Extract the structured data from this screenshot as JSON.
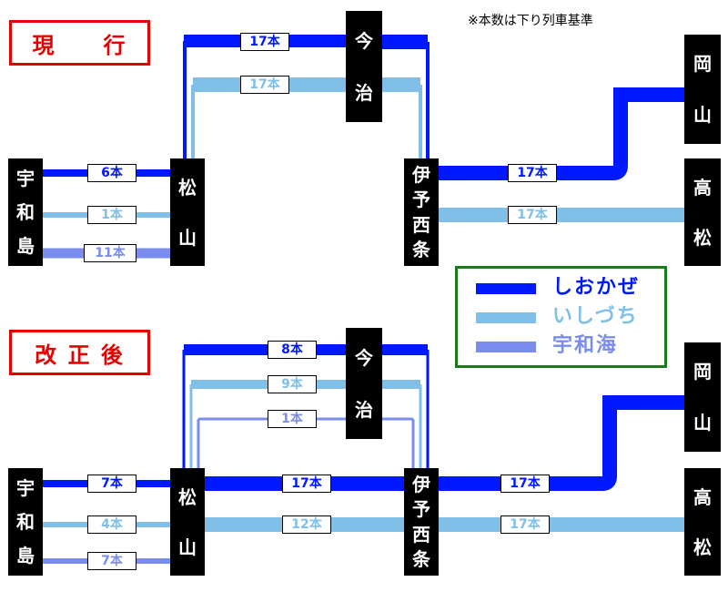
{
  "note": "※本数は下り列車基準",
  "colors": {
    "shiokaze": "#0018ff",
    "ishizuchi": "#7fbfe8",
    "uwakai": "#7a8cee",
    "label_red": "#e60000",
    "legend_border": "#1a7a1a"
  },
  "sections": [
    {
      "label": "現　　行",
      "stations": {
        "uwajima": [
          "宇",
          "和",
          "島"
        ],
        "matsuyama": [
          "松",
          "山"
        ],
        "imabari": [
          "今",
          "治"
        ],
        "iyosaijo": [
          "伊",
          "予",
          "西",
          "条"
        ],
        "okayama": [
          "岡",
          "山"
        ],
        "takamatsu": [
          "高",
          "松"
        ]
      },
      "counts": {
        "uwajima_matsuyama_shiokaze": "6本",
        "uwajima_matsuyama_ishizuchi": "1本",
        "uwajima_matsuyama_uwakai": "11本",
        "loop_shiokaze": "17本",
        "loop_ishizuchi": "17本",
        "saijo_okayama": "17本",
        "saijo_takamatsu": "17本"
      }
    },
    {
      "label": "改 正 後",
      "stations": {
        "uwajima": [
          "宇",
          "和",
          "島"
        ],
        "matsuyama": [
          "松",
          "山"
        ],
        "imabari": [
          "今",
          "治"
        ],
        "iyosaijo": [
          "伊",
          "予",
          "西",
          "条"
        ],
        "okayama": [
          "岡",
          "山"
        ],
        "takamatsu": [
          "高",
          "松"
        ]
      },
      "counts": {
        "uwajima_matsuyama_shiokaze": "7本",
        "uwajima_matsuyama_ishizuchi": "4本",
        "uwajima_matsuyama_uwakai": "7本",
        "loop_shiokaze": "8本",
        "loop_ishizuchi": "9本",
        "loop_uwakai": "1本",
        "direct_shiokaze": "17本",
        "direct_ishizuchi": "12本",
        "saijo_okayama": "17本",
        "saijo_takamatsu": "17本"
      }
    }
  ],
  "legend": [
    {
      "name": "しおかぜ",
      "color": "#0018ff"
    },
    {
      "name": "いしづち",
      "color": "#7fbfe8"
    },
    {
      "name": "宇和海",
      "color": "#7a8cee"
    }
  ]
}
